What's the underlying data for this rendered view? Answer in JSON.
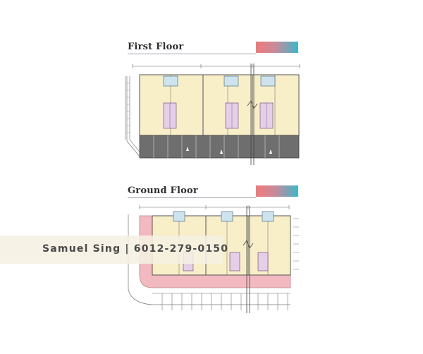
{
  "first_floor": {
    "title": "First Floor"
  },
  "ground_floor": {
    "title": "Ground Floor"
  },
  "watermark": {
    "text": "Samuel Sing | 6012-279-0150"
  },
  "colors": {
    "unit_fill": "#f8efc9",
    "walkway": "#f2b9c0",
    "parking": "#6e6e6e",
    "accent_start": "#ef7b7b",
    "accent_end": "#3fb6c7"
  }
}
